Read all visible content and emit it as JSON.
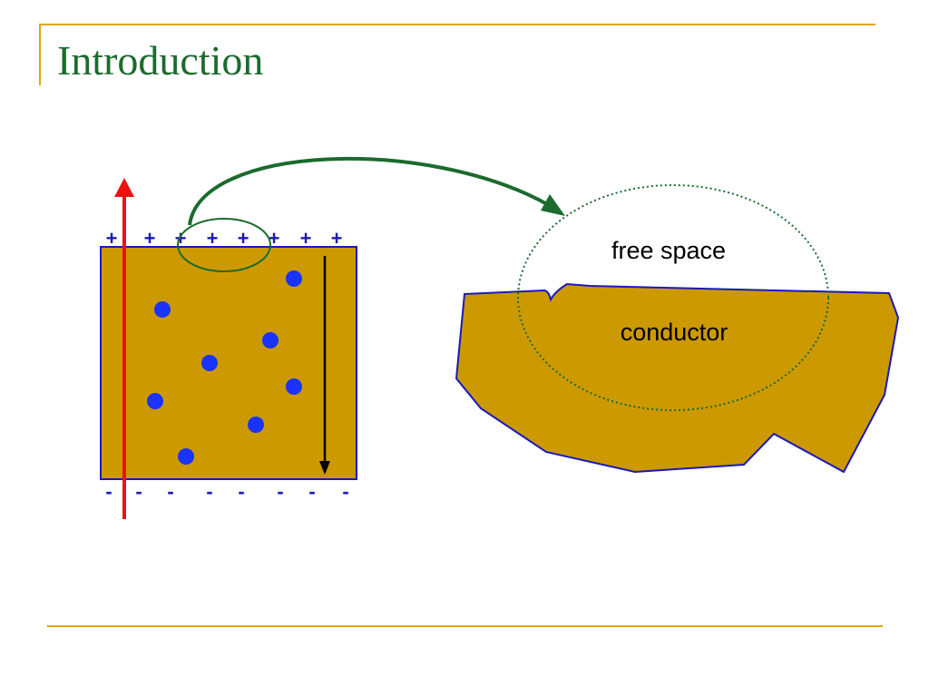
{
  "slide": {
    "title": "Introduction"
  },
  "diagram": {
    "free_space_label": "free space",
    "conductor_label": "conductor",
    "top_charge_symbol": "+",
    "bottom_charge_symbol": "-",
    "colors": {
      "conductor_fill": "#cc9900",
      "outline": "#1a1ab8",
      "charge": "#1a1ab8",
      "electron": "#1a33ff",
      "field_arrow": "#ee1111",
      "internal_arrow": "#000000",
      "zoom_arrow": "#1b6b2e",
      "accent_rule": "#e0a800"
    },
    "icons": {
      "top_charge": "plus-sign",
      "bottom_charge": "minus-sign",
      "electron": "filled-circle"
    }
  }
}
